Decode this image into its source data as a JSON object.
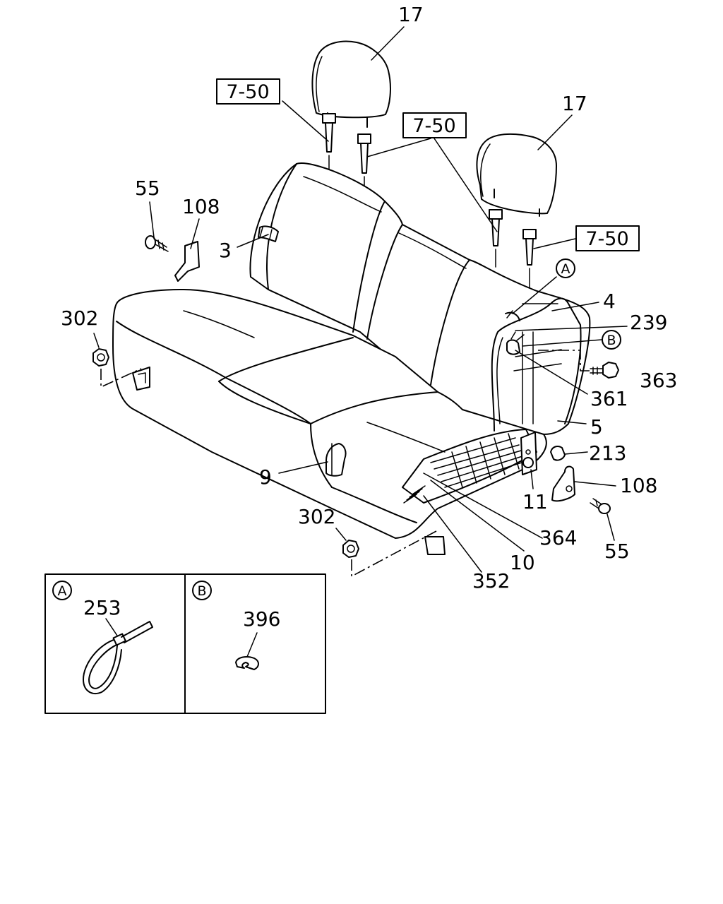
{
  "labels": {
    "headrest_left": "17",
    "headrest_right": "17",
    "ref_top_left": "7-50",
    "ref_mid": "7-50",
    "ref_right": "7-50",
    "screw_top_left": "55",
    "bracket_top_left": "108",
    "belt_3": "3",
    "nut_left": "302",
    "belt_9": "9",
    "nut_bottom": "302",
    "frame_4": "4",
    "harness_239": "239",
    "bolt_363": "363",
    "part_361": "361",
    "frame_5": "5",
    "part_213": "213",
    "bracket_right": "108",
    "screw_bottom_right": "55",
    "part_11": "11",
    "part_364": "364",
    "part_10": "10",
    "part_352": "352",
    "callout_a": "A",
    "callout_b": "B",
    "detail_a_letter": "A",
    "detail_b_letter": "B",
    "tie_253": "253",
    "clip_396": "396"
  },
  "colors": {
    "line": "#000000",
    "background": "#ffffff"
  },
  "icons": [
    "headrest",
    "guide-pin",
    "seat-assembly",
    "cable-tie",
    "e-clip",
    "nut",
    "screw",
    "bracket"
  ]
}
